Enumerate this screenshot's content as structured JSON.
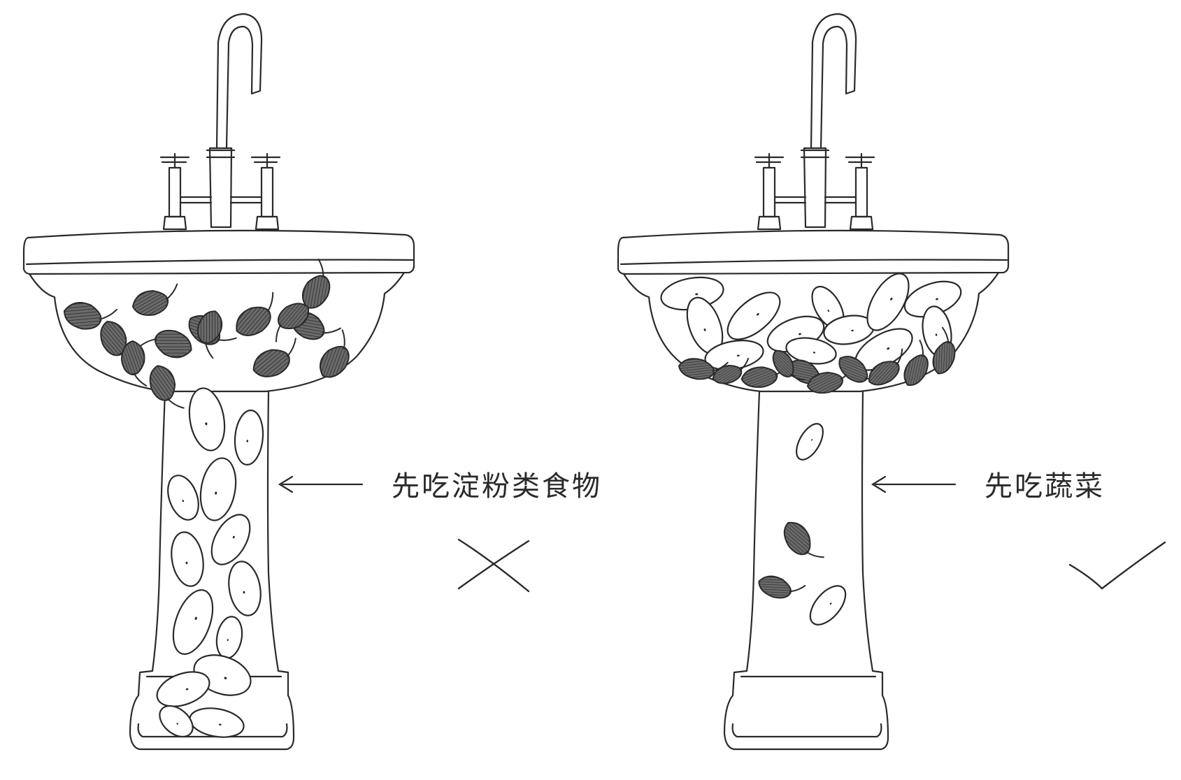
{
  "panels": [
    {
      "id": "left",
      "caption": "先吃淀粉类食物",
      "verdict": "cross",
      "basin_contents": [
        "leaf",
        "leaf",
        "leaf",
        "leaf",
        "leaf",
        "leaf",
        "leaf",
        "leaf",
        "leaf",
        "leaf",
        "leaf",
        "leaf",
        "leaf",
        "leaf"
      ],
      "pedestal_contents": [
        "stone",
        "stone",
        "stone",
        "stone",
        "stone",
        "stone",
        "stone",
        "stone",
        "stone",
        "stone",
        "stone",
        "stone",
        "stone"
      ]
    },
    {
      "id": "right",
      "caption": "先吃蔬菜",
      "verdict": "check",
      "basin_contents": [
        "stone",
        "stone",
        "stone",
        "stone",
        "stone",
        "stone",
        "stone",
        "stone",
        "stone",
        "stone",
        "stone",
        "stone",
        "leaf",
        "leaf",
        "leaf",
        "leaf",
        "leaf",
        "leaf",
        "leaf",
        "leaf",
        "leaf",
        "leaf"
      ],
      "pedestal_contents": [
        "stone",
        "leaf",
        "leaf",
        "stone"
      ]
    }
  ],
  "colors": {
    "line": "#2a2a2a",
    "leaf_fill": "#5a5a5a",
    "background": "#ffffff"
  }
}
